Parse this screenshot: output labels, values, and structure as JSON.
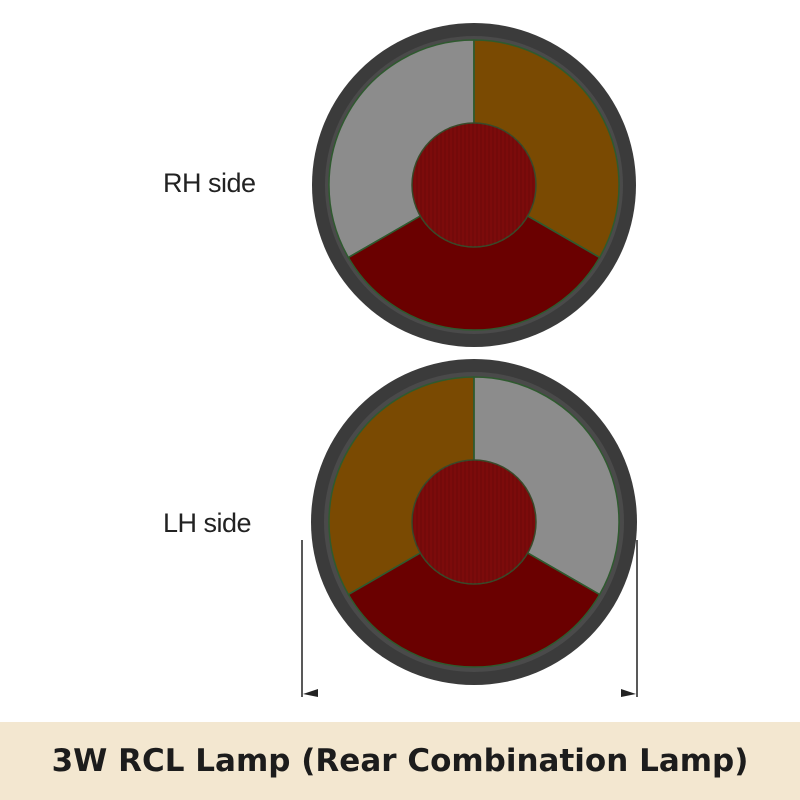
{
  "labels": {
    "rh_side": "RH side",
    "lh_side": "LH side"
  },
  "caption": "3W RCL Lamp (Rear Combination Lamp)",
  "colors": {
    "housing": "#3b3b3b",
    "clear_segment": "#8c8c8c",
    "amber_segment": "#7a4a02",
    "red_segment": "#6a0000",
    "center_lens": "#7c0b0b",
    "caption_background": "#f3e7d0"
  }
}
